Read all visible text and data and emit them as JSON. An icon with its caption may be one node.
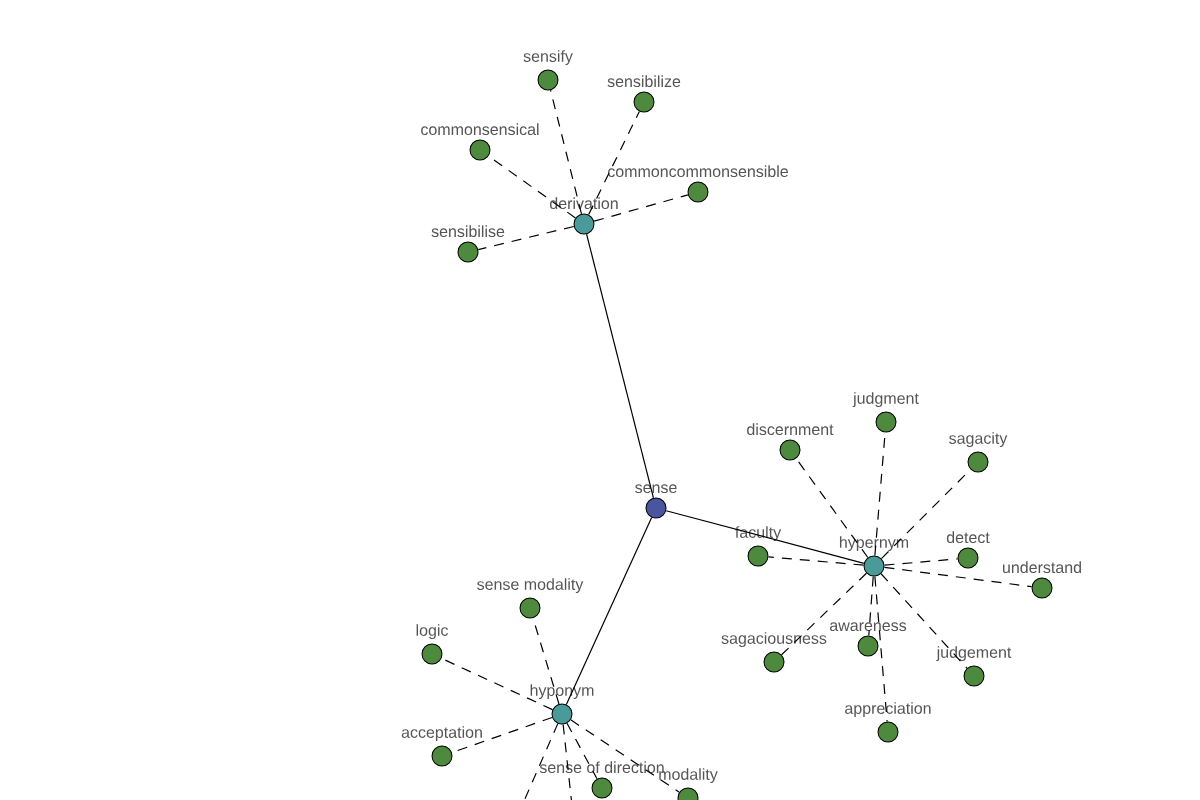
{
  "diagram": {
    "nodes": [
      {
        "text": [
          "sense"
        ]
      },
      {
        "text": [
          "derivation"
        ]
      },
      {
        "text": [
          "sensify"
        ]
      },
      {
        "text": [
          "sensibilize"
        ]
      },
      {
        "text": [
          "commonsensical"
        ]
      },
      {
        "text": [
          "commoncommonsensible"
        ]
      },
      {
        "text": [
          "sensibilise"
        ]
      },
      {
        "text": [
          "hypernym"
        ]
      },
      {
        "text": [
          "judgment"
        ]
      },
      {
        "text": [
          "discernment"
        ]
      },
      {
        "text": [
          "sagacity"
        ]
      },
      {
        "text": [
          "faculty"
        ]
      },
      {
        "text": [
          "detect"
        ]
      },
      {
        "text": [
          "understand"
        ]
      },
      {
        "text": [
          "awareness"
        ]
      },
      {
        "text": [
          "sagaciousness"
        ]
      },
      {
        "text": [
          "judgement"
        ]
      },
      {
        "text": [
          "appreciation"
        ]
      },
      {
        "text": [
          "hyponym"
        ]
      },
      {
        "text": [
          "sense modality"
        ]
      },
      {
        "text": [
          "logic"
        ]
      },
      {
        "text": [
          "acceptation"
        ]
      },
      {
        "text": [
          "sense of direction"
        ]
      },
      {
        "text": [
          "modality"
        ]
      }
    ],
    "edges": [
      {
        "from": 0,
        "to": 1,
        "arrow": "none"
      },
      {
        "from": 0,
        "to": 7,
        "arrow": "none"
      },
      {
        "from": 0,
        "to": 18,
        "arrow": "none"
      },
      {
        "from": 1,
        "to": 2,
        "arrow": "none",
        "style": "dashed"
      },
      {
        "from": 1,
        "to": 3,
        "arrow": "none",
        "style": "dashed"
      },
      {
        "from": 1,
        "to": 4,
        "arrow": "none",
        "style": "dashed"
      },
      {
        "from": 1,
        "to": 5,
        "arrow": "none",
        "style": "dashed"
      },
      {
        "from": 1,
        "to": 6,
        "arrow": "none",
        "style": "dashed"
      },
      {
        "from": 7,
        "to": 8,
        "arrow": "none",
        "style": "dashed"
      },
      {
        "from": 7,
        "to": 9,
        "arrow": "none",
        "style": "dashed"
      },
      {
        "from": 7,
        "to": 10,
        "arrow": "none",
        "style": "dashed"
      },
      {
        "from": 7,
        "to": 11,
        "arrow": "none",
        "style": "dashed"
      },
      {
        "from": 7,
        "to": 12,
        "arrow": "none",
        "style": "dashed"
      },
      {
        "from": 7,
        "to": 13,
        "arrow": "none",
        "style": "dashed"
      },
      {
        "from": 7,
        "to": 14,
        "arrow": "none",
        "style": "dashed"
      },
      {
        "from": 7,
        "to": 15,
        "arrow": "none",
        "style": "dashed"
      },
      {
        "from": 7,
        "to": 16,
        "arrow": "none",
        "style": "dashed"
      },
      {
        "from": 7,
        "to": 17,
        "arrow": "none",
        "style": "dashed"
      },
      {
        "from": 18,
        "to": 19,
        "arrow": "none",
        "style": "dashed"
      },
      {
        "from": 18,
        "to": 20,
        "arrow": "none",
        "style": "dashed"
      },
      {
        "from": 18,
        "to": 21,
        "arrow": "none",
        "style": "dashed"
      },
      {
        "from": 18,
        "to": 22,
        "arrow": "none",
        "style": "dashed"
      },
      {
        "from": 18,
        "to": 23,
        "arrow": "none",
        "style": "dashed"
      },
      {
        "from": 18,
        "to": null,
        "arrow": "none",
        "style": "dashed"
      },
      {
        "from": 18,
        "to": null,
        "arrow": "none",
        "style": "dashed"
      }
    ]
  }
}
